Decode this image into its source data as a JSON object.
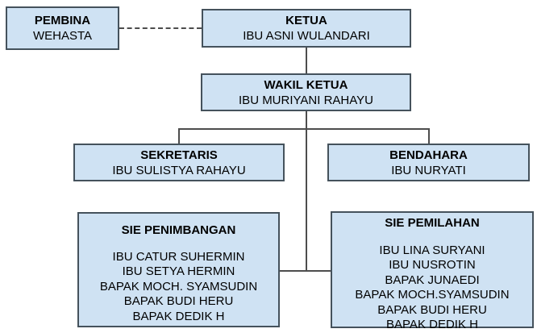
{
  "chart": {
    "type": "org-chart",
    "colors": {
      "box_fill": "#cfe2f3",
      "box_border": "#45525c",
      "connector": "#4d4d4d",
      "text": "#000000"
    },
    "nodes": {
      "pembina": {
        "title": "PEMBINA",
        "name": "WEHASTA"
      },
      "ketua": {
        "title": "KETUA",
        "name": "IBU ASNI WULANDARI"
      },
      "wakil": {
        "title": "WAKIL KETUA",
        "name": "IBU MURIYANI RAHAYU"
      },
      "sekretaris": {
        "title": "SEKRETARIS",
        "name": "IBU SULISTYA RAHAYU"
      },
      "bendahara": {
        "title": "BENDAHARA",
        "name": "IBU NURYATI"
      },
      "penimbangan": {
        "title": "SIE PENIMBANGAN",
        "members": [
          "IBU CATUR SUHERMIN",
          "IBU SETYA HERMIN",
          "BAPAK MOCH. SYAMSUDIN",
          "BAPAK BUDI HERU",
          "BAPAK DEDIK H"
        ]
      },
      "pemilahan": {
        "title": "SIE PEMILAHAN",
        "members": [
          "IBU LINA SURYANI",
          "IBU NUSROTIN",
          "BAPAK JUNAEDI",
          "BAPAK MOCH.SYAMSUDIN",
          "BAPAK BUDI HERU",
          "BAPAK DEDIK H"
        ]
      }
    },
    "edges": [
      {
        "from": "pembina",
        "to": "ketua",
        "style": "dashed"
      },
      {
        "from": "ketua",
        "to": "wakil",
        "style": "solid"
      },
      {
        "from": "wakil",
        "to": "sekretaris",
        "style": "solid"
      },
      {
        "from": "wakil",
        "to": "bendahara",
        "style": "solid"
      },
      {
        "from": "wakil",
        "to": "penimbangan",
        "style": "solid"
      },
      {
        "from": "wakil",
        "to": "pemilahan",
        "style": "solid"
      }
    ]
  }
}
